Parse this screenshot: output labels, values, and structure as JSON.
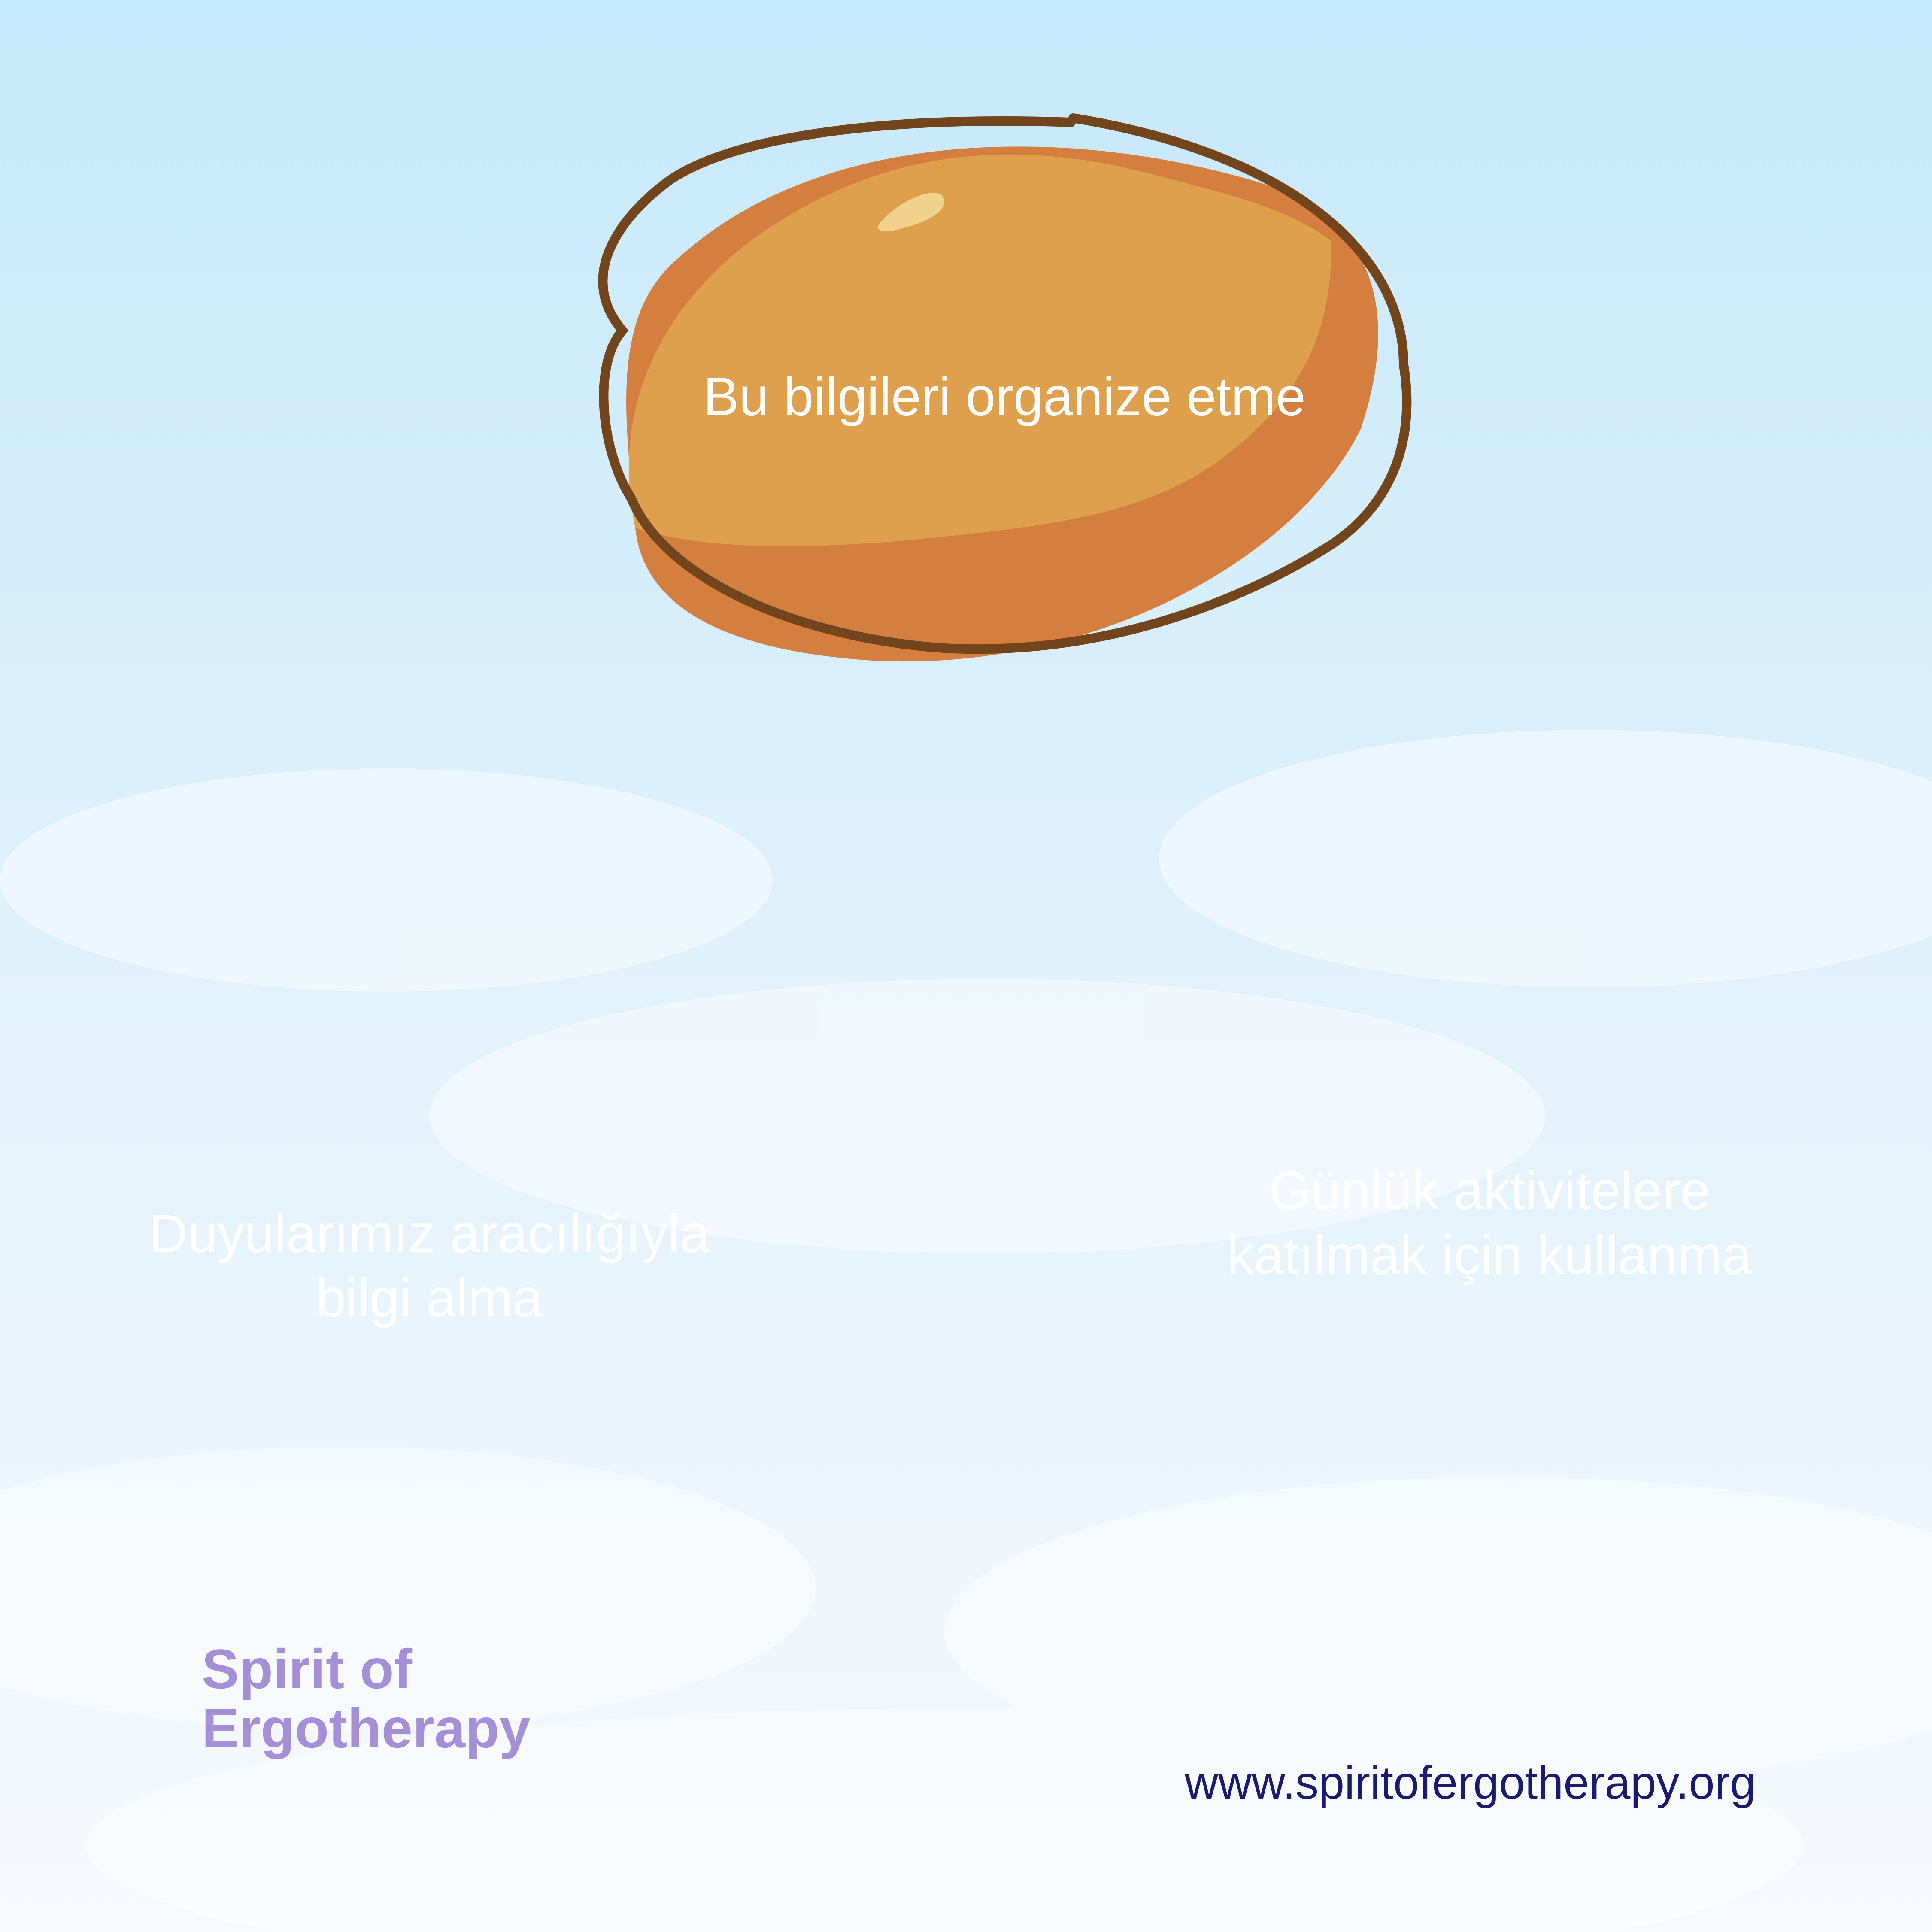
{
  "nodes": {
    "top": {
      "line1": "Bu bilgileri organize etme",
      "line2": ""
    },
    "left": {
      "line1": "Duyularımız aracılığıyla",
      "line2": "bilgi alma"
    },
    "right": {
      "line1": "Günlük aktivitelere",
      "line2": "katılmak için kullanma"
    }
  },
  "brand": {
    "line1": "Spirit of",
    "line2": "Ergotherapy"
  },
  "website": "www.spiritofergotherapy.org",
  "colors": {
    "sky_top": "#c6e9fb",
    "sky_bottom": "#f6f9fd",
    "orange_fill": "#dfa04e",
    "orange_shade": "#d47f40",
    "orange_outline": "#73451c",
    "green_fill": "#97c498",
    "green_shade": "#6aa07f",
    "green_outline": "#2c4a3d",
    "red_fill": "#d06a62",
    "red_shade": "#cc5249",
    "red_outline": "#6e2a29",
    "brand_text": "#a58fd6",
    "website_text": "#1b1a6e"
  }
}
